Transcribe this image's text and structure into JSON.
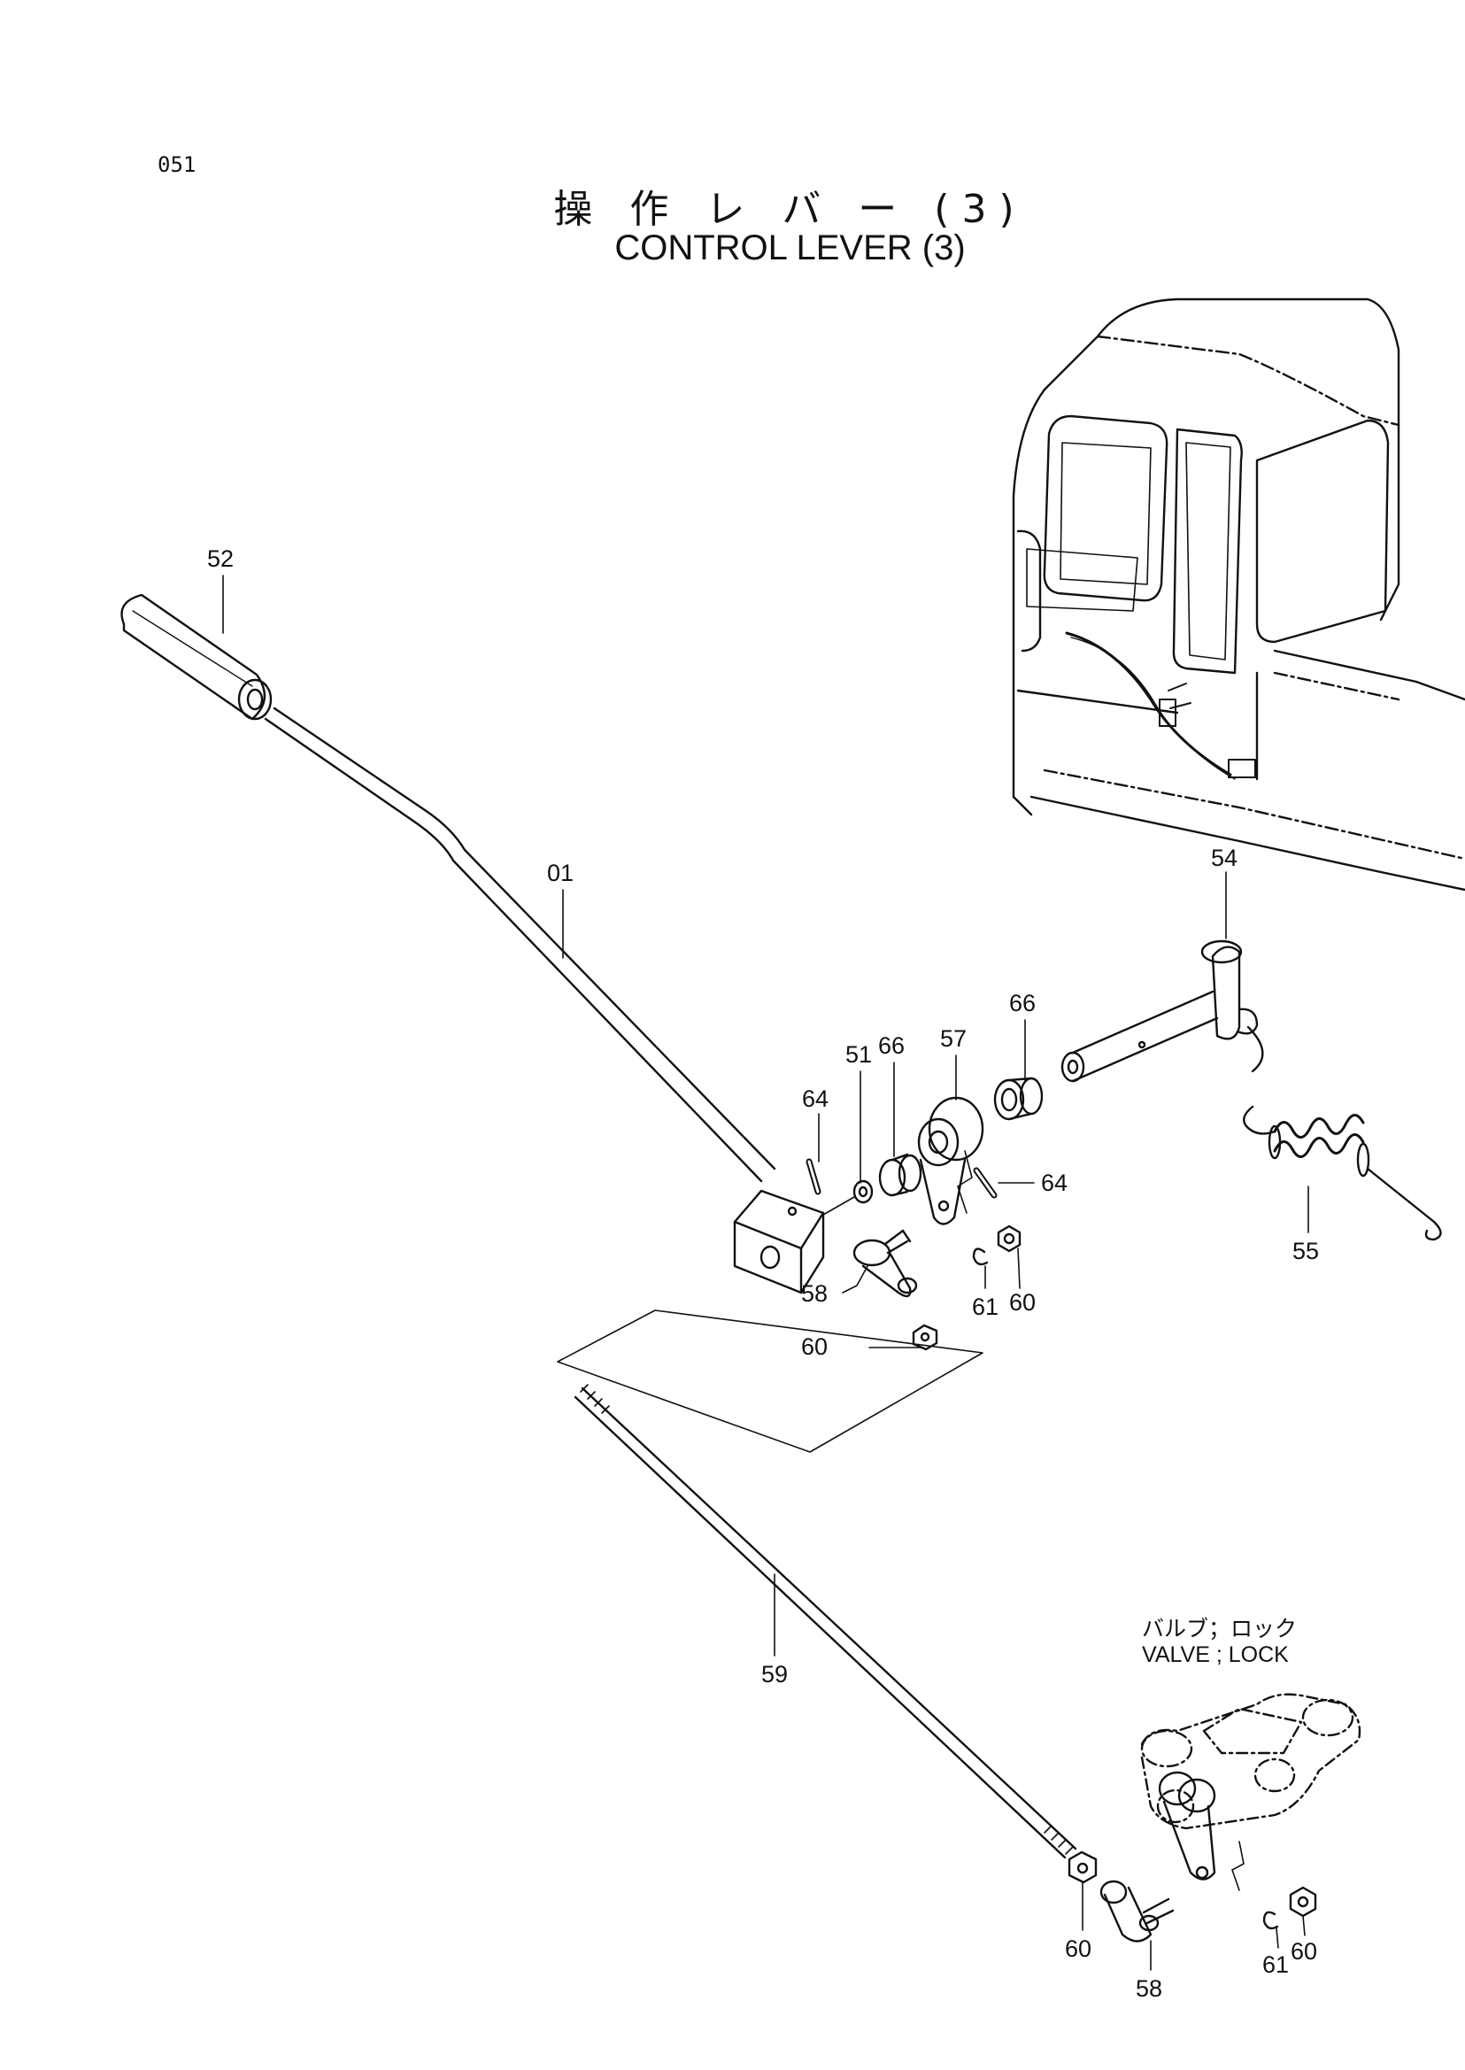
{
  "page_number": "051",
  "title": {
    "jp": "操 作 レ バ ー (3)",
    "en": "CONTROL LEVER (3)"
  },
  "note": {
    "jp": "バルブ；ロック",
    "en": "VALVE ; LOCK"
  },
  "callouts": [
    {
      "id": "c52",
      "label": "52"
    },
    {
      "id": "c01",
      "label": "01"
    },
    {
      "id": "c54",
      "label": "54"
    },
    {
      "id": "c66a",
      "label": "66"
    },
    {
      "id": "c57",
      "label": "57"
    },
    {
      "id": "c66b",
      "label": "66"
    },
    {
      "id": "c51",
      "label": "51"
    },
    {
      "id": "c64a",
      "label": "64"
    },
    {
      "id": "c64b",
      "label": "64"
    },
    {
      "id": "c55",
      "label": "55"
    },
    {
      "id": "c58a",
      "label": "58"
    },
    {
      "id": "c61a",
      "label": "61"
    },
    {
      "id": "c60a",
      "label": "60"
    },
    {
      "id": "c60b",
      "label": "60"
    },
    {
      "id": "c59",
      "label": "59"
    },
    {
      "id": "c60c",
      "label": "60"
    },
    {
      "id": "c58b",
      "label": "58"
    },
    {
      "id": "c61b",
      "label": "61"
    },
    {
      "id": "c60d",
      "label": "60"
    }
  ]
}
